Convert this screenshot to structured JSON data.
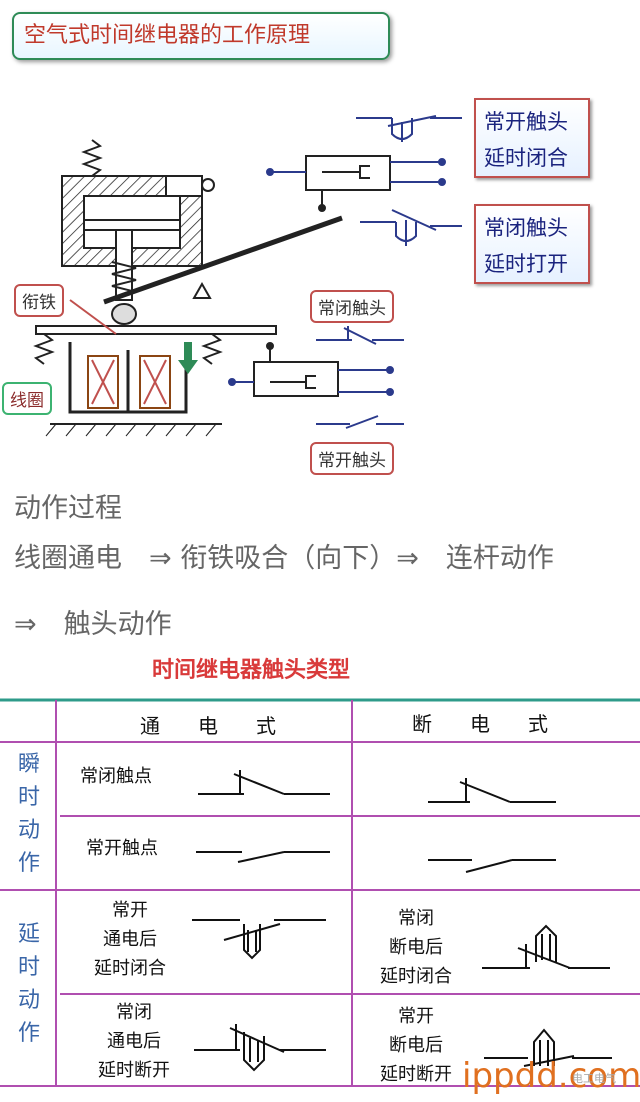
{
  "title": "空气式时间继电器的工作原理",
  "labels": {
    "no_delay_close": [
      "常开触头",
      "延时闭合"
    ],
    "nc_delay_open": [
      "常闭触头",
      "延时打开"
    ],
    "nc_contact": "常闭触头",
    "no_contact": "常开触头",
    "armature": "衔铁",
    "coil": "线圈"
  },
  "process": {
    "heading": "动作过程",
    "line1": "线圈通电　⇒ 衔铁吸合（向下）⇒　连杆动作",
    "line2": "⇒　触头动作"
  },
  "table": {
    "title": "时间继电器触头类型",
    "headers": [
      "通电式",
      "断电式"
    ],
    "groups": [
      {
        "label": "瞬时动作",
        "rows": [
          {
            "left": "常闭触点",
            "right": ""
          },
          {
            "left": "常开触点",
            "right": ""
          }
        ]
      },
      {
        "label": "延时动作",
        "rows": [
          {
            "left": "常开\n通电后\n延时闭合",
            "right": "常闭\n断电后\n延时闭合"
          },
          {
            "left": "常闭\n通电后\n延时断开",
            "right": "常开\n断电后\n延时断开"
          }
        ]
      }
    ]
  },
  "watermark": {
    "main": "ippdd.com",
    "small": "电工电气"
  },
  "colors": {
    "title_text": "#c0392b",
    "label_text": "#1a237e",
    "diagram_line": "#2b3a8c",
    "table_border": "#b04fb0",
    "table_top": "#2e9b8a",
    "subtitle": "#d93a3a"
  }
}
